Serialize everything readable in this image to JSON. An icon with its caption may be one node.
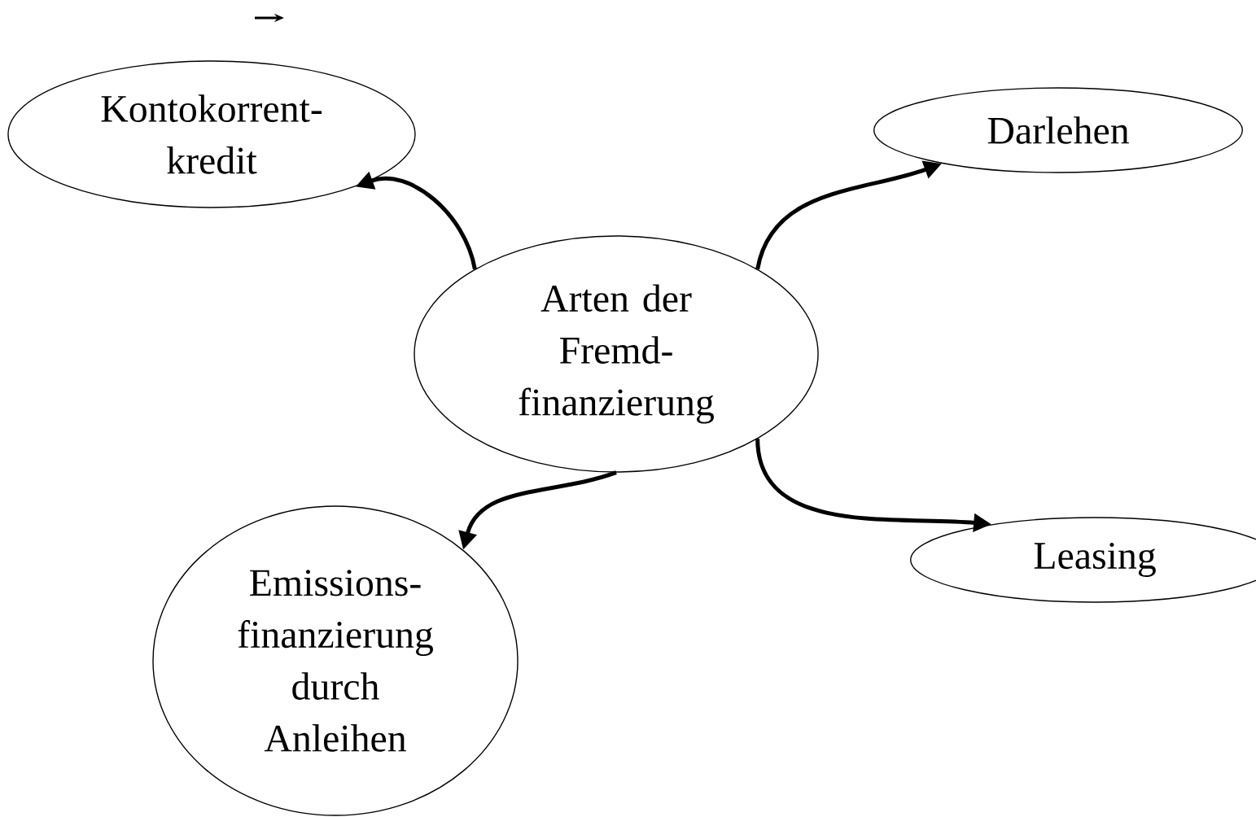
{
  "diagram": {
    "nodes": [
      {
        "text": [
          "Kontokorrent- kredit"
        ]
      },
      {
        "text": [
          "Darlehen"
        ]
      },
      {
        "text": [
          "Arten der Fremd- finanzierung"
        ]
      },
      {
        "text": [
          "Leasing"
        ]
      },
      {
        "text": [
          "Emissions- finanzierung durch Anleihen"
        ]
      }
    ],
    "edges": [
      {
        "from": 2,
        "to": 0,
        "arrow": "to"
      },
      {
        "from": 2,
        "to": 1,
        "arrow": "to"
      },
      {
        "from": 2,
        "to": 3,
        "arrow": "to"
      },
      {
        "from": 2,
        "to": 4,
        "arrow": "to"
      }
    ]
  }
}
